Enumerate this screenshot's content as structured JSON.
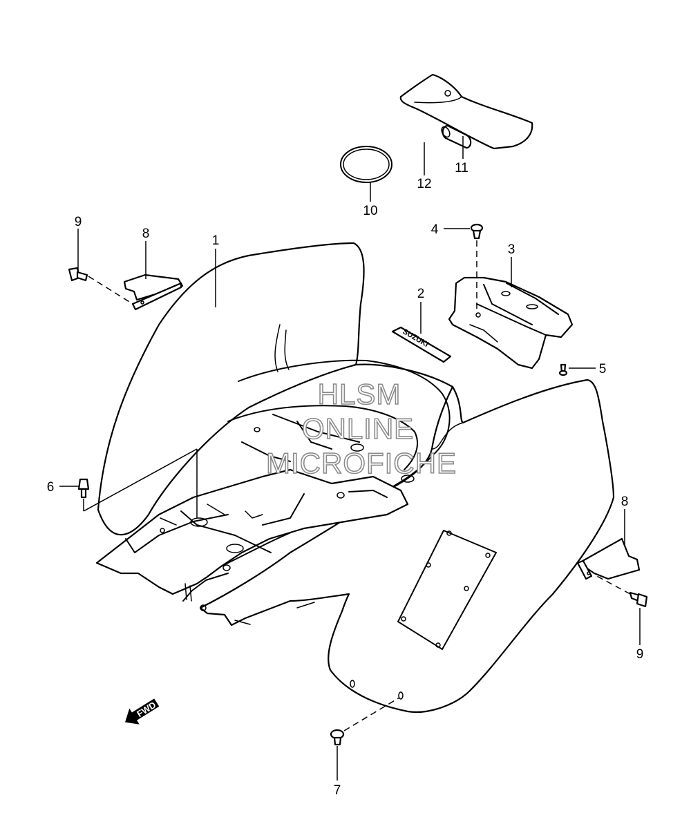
{
  "callouts": [
    {
      "id": "c1",
      "label": "1"
    },
    {
      "id": "c2",
      "label": "2"
    },
    {
      "id": "c3",
      "label": "3"
    },
    {
      "id": "c4",
      "label": "4"
    },
    {
      "id": "c5",
      "label": "5"
    },
    {
      "id": "c6",
      "label": "6"
    },
    {
      "id": "c7",
      "label": "7"
    },
    {
      "id": "c8a",
      "label": "8"
    },
    {
      "id": "c8b",
      "label": "8"
    },
    {
      "id": "c9a",
      "label": "9"
    },
    {
      "id": "c9b",
      "label": "9"
    },
    {
      "id": "c10",
      "label": "10"
    },
    {
      "id": "c11",
      "label": "11"
    },
    {
      "id": "c12",
      "label": "12"
    }
  ],
  "emblem_text": "SUZUKI",
  "direction_marker": "FWD",
  "watermark": [
    "HLSM",
    "ONLINE",
    "MICROFICHE"
  ]
}
